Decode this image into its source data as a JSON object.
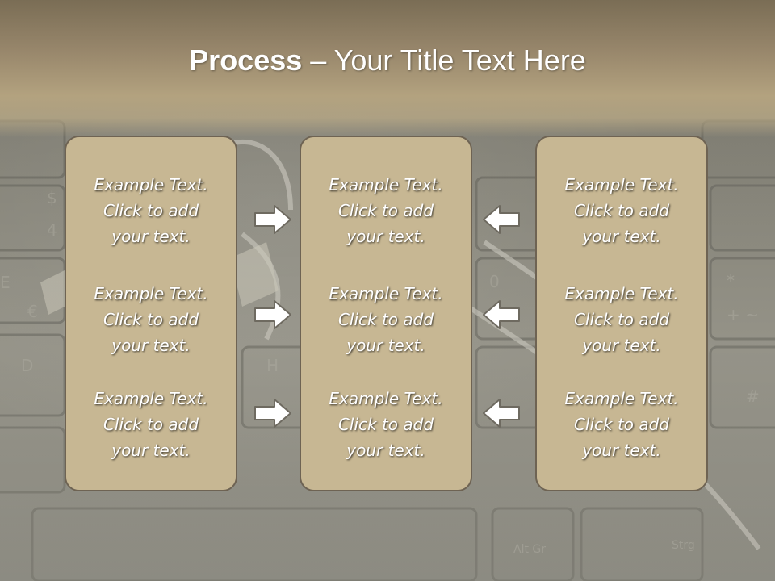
{
  "slide": {
    "title_bold": "Process",
    "title_rest": " – Your Title Text Here"
  },
  "columns": [
    {
      "cells": [
        {
          "line1": "Example Text.",
          "line2": "Click  to add",
          "line3": "your text."
        },
        {
          "line1": "Example Text.",
          "line2": "Click  to add",
          "line3": "your text."
        },
        {
          "line1": "Example Text.",
          "line2": "Click  to add",
          "line3": "your text."
        }
      ]
    },
    {
      "cells": [
        {
          "line1": "Example Text.",
          "line2": "Click  to add",
          "line3": "your text."
        },
        {
          "line1": "Example Text.",
          "line2": "Click  to add",
          "line3": "your text."
        },
        {
          "line1": "Example Text.",
          "line2": "Click  to add",
          "line3": "your text."
        }
      ]
    },
    {
      "cells": [
        {
          "line1": "Example Text.",
          "line2": "Click  to add",
          "line3": "your text."
        },
        {
          "line1": "Example Text.",
          "line2": "Click  to add",
          "line3": "your text."
        },
        {
          "line1": "Example Text.",
          "line2": "Click  to add",
          "line3": "your text."
        }
      ]
    }
  ],
  "arrows": {
    "left_to_middle": [
      "arrow-right-icon",
      "arrow-right-icon",
      "arrow-right-icon"
    ],
    "right_to_middle": [
      "arrow-left-icon",
      "arrow-left-icon",
      "arrow-left-icon"
    ]
  },
  "colors": {
    "box_fill": "#c7b793",
    "box_border": "#6e6353",
    "title_band": "#b3a27f",
    "text": "#ffffff"
  }
}
